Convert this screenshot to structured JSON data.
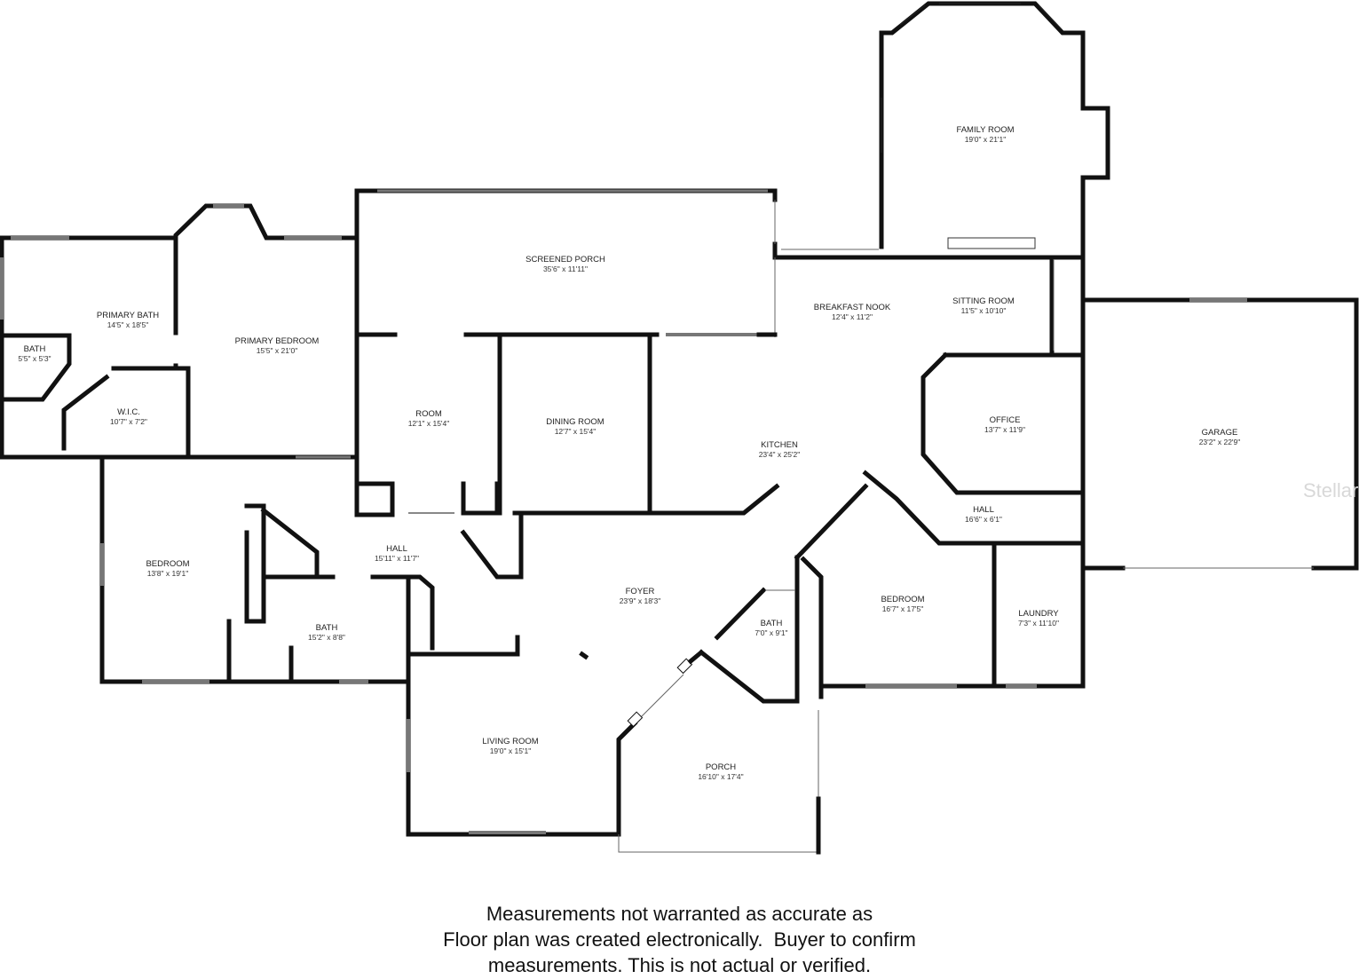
{
  "rooms": {
    "family_room": {
      "name": "FAMILY ROOM",
      "dim": "19'0\" x 21'1\""
    },
    "screened_porch": {
      "name": "SCREENED PORCH",
      "dim": "35'6\" x 11'11\""
    },
    "breakfast_nook": {
      "name": "BREAKFAST NOOK",
      "dim": "12'4\" x 11'2\""
    },
    "sitting_room": {
      "name": "SITTING ROOM",
      "dim": "11'5\" x 10'10\""
    },
    "primary_bath": {
      "name": "PRIMARY BATH",
      "dim": "14'5\" x 18'5\""
    },
    "primary_bedroom": {
      "name": "PRIMARY BEDROOM",
      "dim": "15'5\" x 21'0\""
    },
    "bath_small": {
      "name": "BATH",
      "dim": "5'5\" x 5'3\""
    },
    "wic": {
      "name": "W.I.C.",
      "dim": "10'7\" x 7'2\""
    },
    "room": {
      "name": "ROOM",
      "dim": "12'1\" x 15'4\""
    },
    "dining_room": {
      "name": "DINING ROOM",
      "dim": "12'7\" x 15'4\""
    },
    "kitchen": {
      "name": "KITCHEN",
      "dim": "23'4\" x 25'2\""
    },
    "office": {
      "name": "OFFICE",
      "dim": "13'7\" x 11'9\""
    },
    "garage": {
      "name": "GARAGE",
      "dim": "23'2\" x 22'9\""
    },
    "hall_east": {
      "name": "HALL",
      "dim": "16'6\" x 6'1\""
    },
    "bedroom_west": {
      "name": "BEDROOM",
      "dim": "13'8\" x 19'1\""
    },
    "hall_west": {
      "name": "HALL",
      "dim": "15'11\" x 11'7\""
    },
    "foyer": {
      "name": "FOYER",
      "dim": "23'9\" x 18'3\""
    },
    "bath_west": {
      "name": "BATH",
      "dim": "15'2\" x 8'8\""
    },
    "bath_center": {
      "name": "BATH",
      "dim": "7'0\" x 9'1\""
    },
    "bedroom_east": {
      "name": "BEDROOM",
      "dim": "16'7\" x 17'5\""
    },
    "laundry": {
      "name": "LAUNDRY",
      "dim": "7'3\" x 11'10\""
    },
    "living_room": {
      "name": "LIVING ROOM",
      "dim": "19'0\" x 15'1\""
    },
    "porch": {
      "name": "PORCH",
      "dim": "16'10\" x 17'4\""
    }
  },
  "watermark": "Stellar",
  "disclaimer": {
    "line1": "Measurements not warranted as accurate as",
    "line2": "Floor plan was created electronically.  Buyer to confirm",
    "line3": "measurements. This is not actual or verified."
  }
}
